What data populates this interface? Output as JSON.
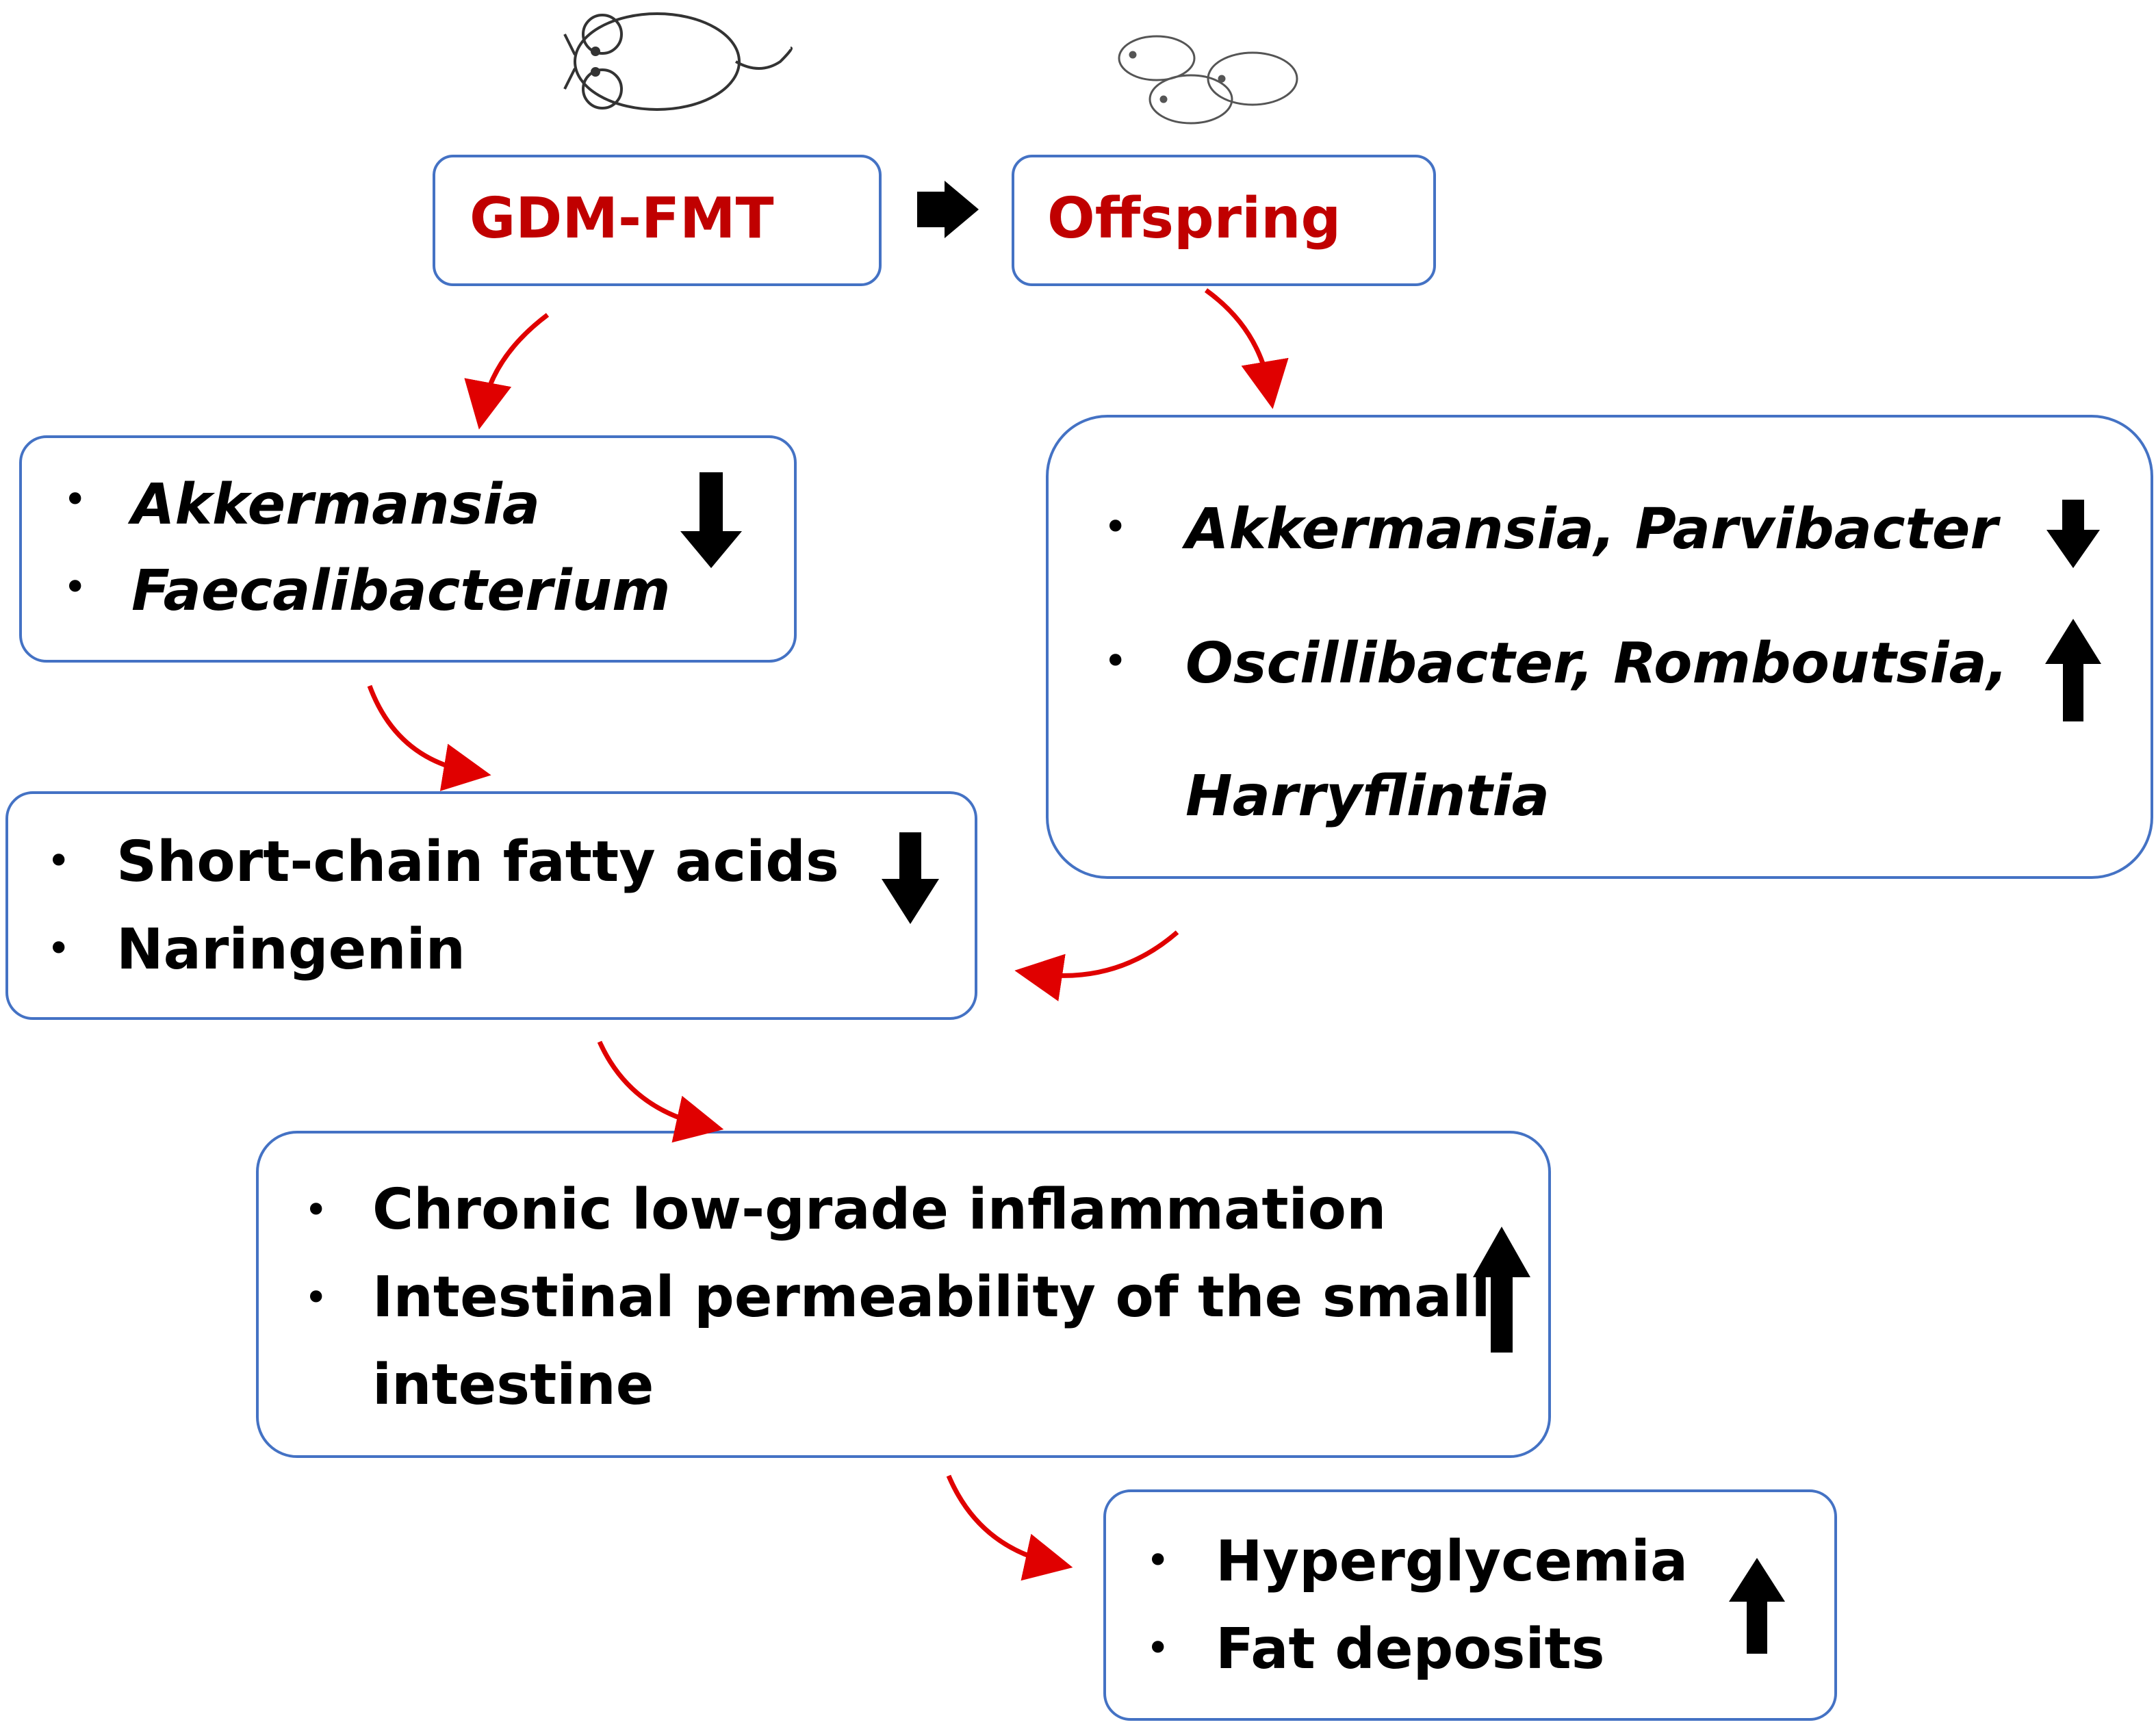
{
  "top": {
    "gdm_label": "GDM-FMT",
    "offspring_label": "Offspring"
  },
  "box_a": {
    "items": [
      "Akkermansia",
      "Faecalibacterium"
    ],
    "direction": "down"
  },
  "box_b": {
    "items": [
      "Akkermansia, Parvibacter",
      "Oscillibacter, Romboutsia,",
      "Harryflintia"
    ],
    "directions": [
      "down",
      "up"
    ]
  },
  "box_c": {
    "items": [
      "Short-chain fatty acids",
      "Naringenin"
    ],
    "direction": "down"
  },
  "box_d": {
    "items": [
      "Chronic low-grade inflammation",
      "Intestinal permeability of the small",
      "intestine"
    ],
    "direction": "up"
  },
  "box_e": {
    "items": [
      "Hyperglycemia",
      "Fat deposits"
    ],
    "direction": "up"
  },
  "icons": [
    "single-mouse-icon",
    "mice-group-icon",
    "down-arrow-icon",
    "up-arrow-icon",
    "curved-red-arrow-icon"
  ],
  "colors": {
    "box_border": "#4472c4",
    "title_text": "#c00000",
    "flow_arrow": "#e00000",
    "indicator_arrow": "#000000"
  }
}
